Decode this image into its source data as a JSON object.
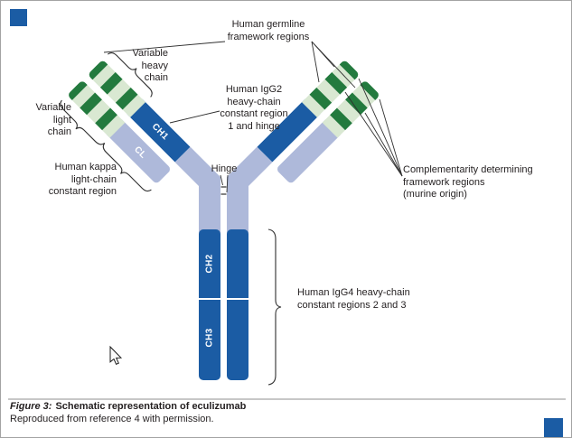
{
  "palette": {
    "dark_blue": "#1b5ca4",
    "lavender": "#aeb9da",
    "light_green": "#d9e8d2",
    "dark_green": "#237a3e"
  },
  "diagram": {
    "labels": {
      "germline": {
        "lines": [
          "Human germline",
          "framework regions"
        ]
      },
      "variable_heavy": {
        "lines": [
          "Variable",
          "heavy",
          "chain"
        ]
      },
      "variable_light": {
        "lines": [
          "Variable",
          "light",
          "chain"
        ]
      },
      "kappa": {
        "lines": [
          "Human kappa",
          "light-chain",
          "constant region"
        ]
      },
      "igg2": {
        "lines": [
          "Human IgG2",
          "heavy-chain",
          "constant region",
          "1 and hinge"
        ]
      },
      "hinge": "Hinge",
      "cdr": {
        "lines": [
          "Complementarity determining",
          "framework regions",
          "(murine origin)"
        ]
      },
      "igg4": {
        "lines": [
          "Human IgG4 heavy-chain",
          "constant regions 2 and 3"
        ]
      }
    },
    "chain_labels": {
      "ch1": "CH1",
      "cl": "CL",
      "ch2": "CH2",
      "ch3": "CH3"
    },
    "cursor_icon": "arrow-cursor"
  },
  "caption": {
    "figure_label": "Figure 3:",
    "title": "Schematic representation of eculizumab",
    "credit": "Reproduced from reference 4 with permission."
  }
}
